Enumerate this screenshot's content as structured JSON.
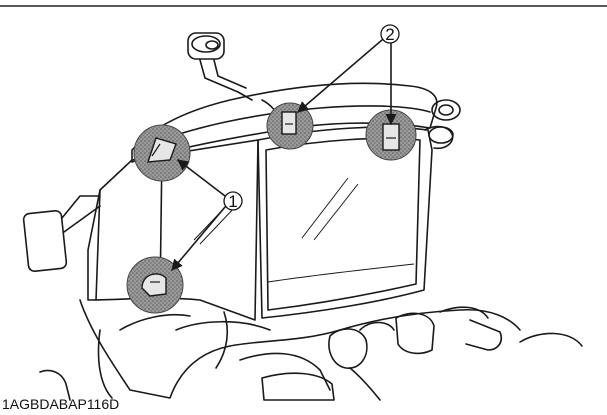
{
  "figure": {
    "code": "1AGBDABAP116D",
    "callouts": [
      {
        "label": "1"
      },
      {
        "label": "2"
      }
    ],
    "colors": {
      "line": "#1a1a1a",
      "highlight_fill": "#8a8a8a",
      "background": "#ffffff"
    }
  }
}
